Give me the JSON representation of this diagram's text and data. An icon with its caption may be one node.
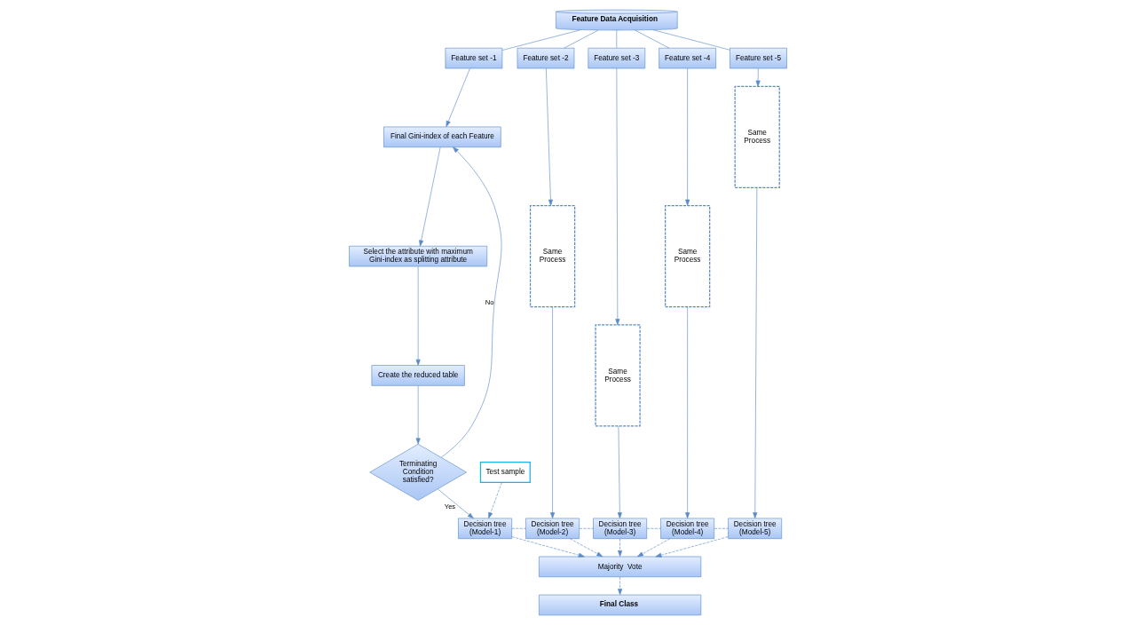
{
  "diagram": {
    "nodes": [
      {
        "text": [
          "Feature Data Acquisition"
        ]
      },
      {
        "text": [
          "Feature set -1"
        ]
      },
      {
        "text": [
          "Feature set -2"
        ]
      },
      {
        "text": [
          "Feature set -3"
        ]
      },
      {
        "text": [
          "Feature set -4"
        ]
      },
      {
        "text": [
          "Feature set -5"
        ]
      },
      {
        "text": [
          "Final Gini-index of each Feature"
        ]
      },
      {
        "text": [
          "Select the attribute with maximum Gini-index as splitting attribute"
        ]
      },
      {
        "text": [
          "Create the reduced table"
        ]
      },
      {
        "text": [
          "Terminating Condition satisfied?"
        ]
      },
      {
        "text": [
          "Same Process"
        ]
      },
      {
        "text": [
          "Same Process"
        ]
      },
      {
        "text": [
          "Same Process"
        ]
      },
      {
        "text": [
          "Same Process"
        ]
      },
      {
        "text": [
          "Decision tree (Model-1)"
        ]
      },
      {
        "text": [
          "Decision tree (Model-2)"
        ]
      },
      {
        "text": [
          "Decision tree (Model-3)"
        ]
      },
      {
        "text": [
          "Decision tree (Model-4)"
        ]
      },
      {
        "text": [
          "Decision tree (Model-5)"
        ]
      },
      {
        "text": [
          "Test sample"
        ]
      },
      {
        "text": [
          "Majority  Vote"
        ]
      },
      {
        "text": [
          "Final Class"
        ]
      }
    ],
    "edges": [
      {
        "from": 0,
        "to": 1,
        "arrow": "none"
      },
      {
        "from": 0,
        "to": 2,
        "arrow": "none"
      },
      {
        "from": 0,
        "to": 3,
        "arrow": "none"
      },
      {
        "from": 0,
        "to": 4,
        "arrow": "none"
      },
      {
        "from": 0,
        "to": 5,
        "arrow": "none"
      },
      {
        "from": 1,
        "to": 6,
        "arrow": "to"
      },
      {
        "from": 6,
        "to": 7,
        "arrow": "to"
      },
      {
        "from": 7,
        "to": 8,
        "arrow": "to"
      },
      {
        "from": 8,
        "to": 9,
        "arrow": "to"
      },
      {
        "from": 9,
        "to": 6,
        "arrow": "to",
        "label": "No"
      },
      {
        "from": 9,
        "to": 14,
        "arrow": "to",
        "label": "Yes"
      },
      {
        "from": 2,
        "to": 10,
        "arrow": "to"
      },
      {
        "from": 3,
        "to": 11,
        "arrow": "to"
      },
      {
        "from": 4,
        "to": 12,
        "arrow": "to"
      },
      {
        "from": 5,
        "to": 13,
        "arrow": "to"
      },
      {
        "from": 10,
        "to": 15,
        "arrow": "to"
      },
      {
        "from": 11,
        "to": 16,
        "arrow": "to"
      },
      {
        "from": 12,
        "to": 17,
        "arrow": "to"
      },
      {
        "from": 13,
        "to": 18,
        "arrow": "to"
      },
      {
        "from": 19,
        "to": 14,
        "arrow": "to",
        "style": "dashed"
      },
      {
        "from": 14,
        "to": 15,
        "arrow": "none",
        "style": "dashed"
      },
      {
        "from": 15,
        "to": 16,
        "arrow": "none",
        "style": "dashed"
      },
      {
        "from": 16,
        "to": 17,
        "arrow": "none",
        "style": "dashed"
      },
      {
        "from": 17,
        "to": 18,
        "arrow": "none",
        "style": "dashed"
      },
      {
        "from": 14,
        "to": 20,
        "arrow": "to",
        "style": "dashed"
      },
      {
        "from": 15,
        "to": 20,
        "arrow": "to",
        "style": "dashed"
      },
      {
        "from": 16,
        "to": 20,
        "arrow": "to",
        "style": "dashed"
      },
      {
        "from": 17,
        "to": 20,
        "arrow": "to",
        "style": "dashed"
      },
      {
        "from": 18,
        "to": 20,
        "arrow": "to",
        "style": "dashed"
      },
      {
        "from": 20,
        "to": 21,
        "arrow": "to",
        "style": "dashed"
      }
    ]
  }
}
